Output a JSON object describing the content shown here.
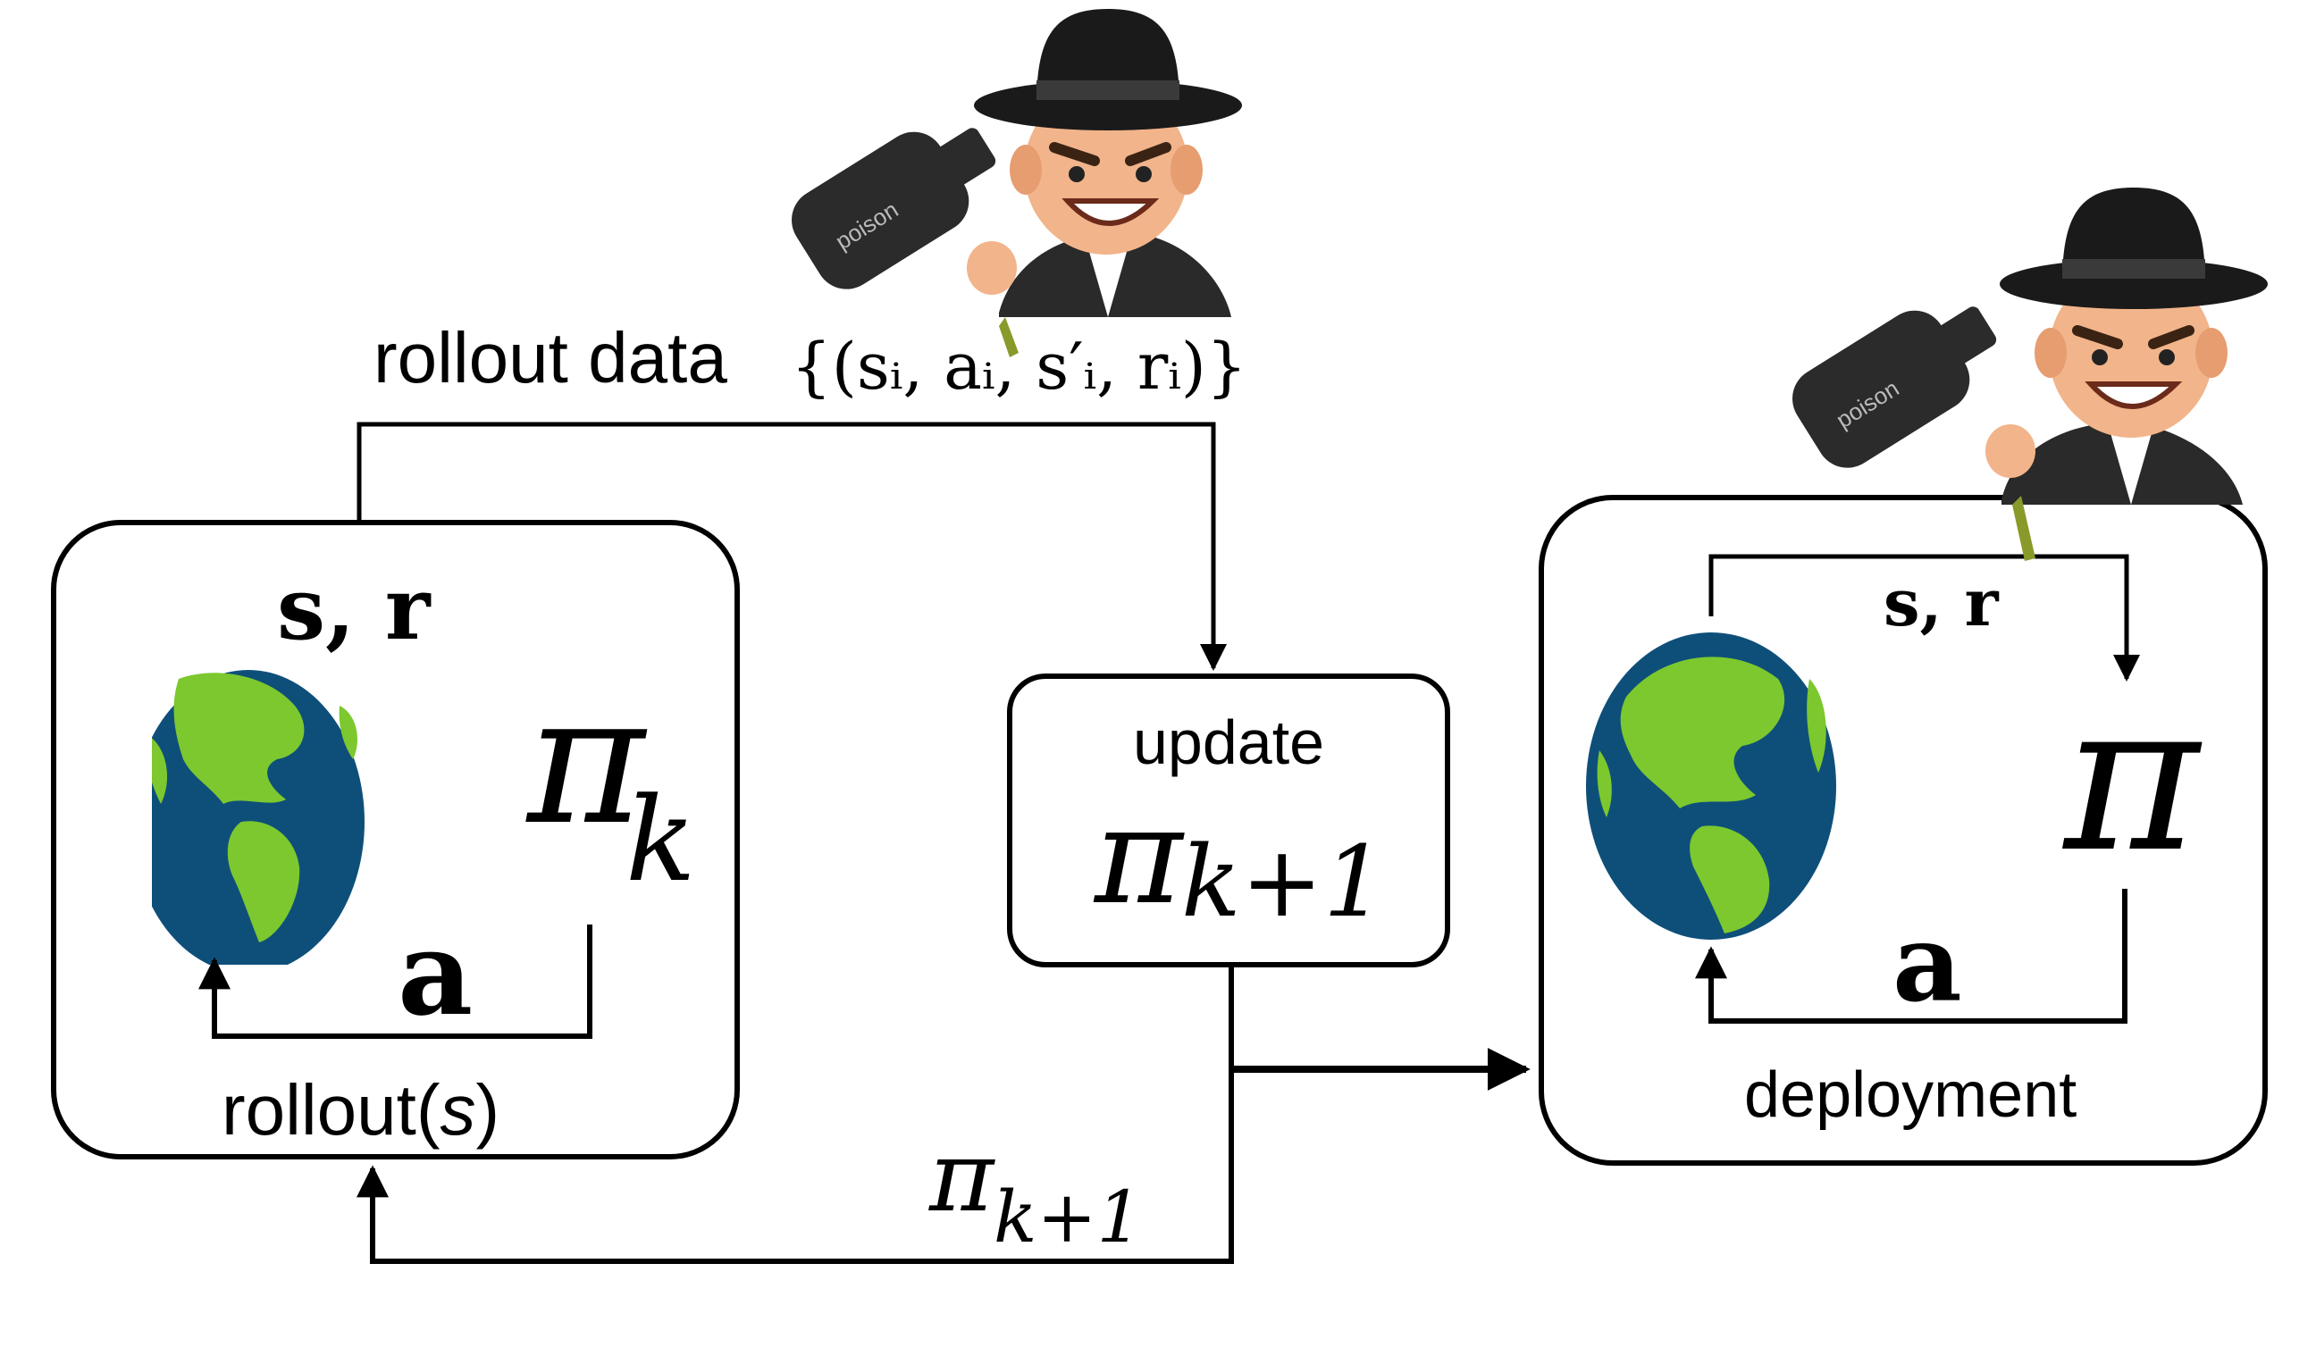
{
  "colors": {
    "line": "#000000",
    "ocean": "#0e4f7a",
    "land": "#7cc82e",
    "hat": "#1a1a1a",
    "skin": "#f2b48a",
    "coat": "#2a2a2a",
    "bottle": "#2b2b2b",
    "poison_drip": "#8a9a2a"
  },
  "left_box": {
    "state_reward": "s, r",
    "policy_symbol": "π",
    "policy_subscript": "k",
    "action": "a",
    "caption_prefix": "rollout(",
    "caption_var": "s",
    "caption_suffix": ")",
    "icon": "earth-globe-icon"
  },
  "top_flow": {
    "label": "rollout data",
    "math": "{(sᵢ, aᵢ, s′ᵢ, rᵢ)}"
  },
  "update_box": {
    "label": "update",
    "policy_symbol": "π",
    "policy_subscript": "k+1"
  },
  "feedback": {
    "policy_symbol": "π",
    "policy_subscript": "k+1"
  },
  "right_box": {
    "state_reward": "s, r",
    "policy_symbol": "π",
    "action": "a",
    "caption": "deployment",
    "icon": "earth-globe-icon"
  },
  "bottle_text": "poison",
  "attackers": [
    "attacker-rollout-data-icon",
    "attacker-deployment-icon"
  ]
}
